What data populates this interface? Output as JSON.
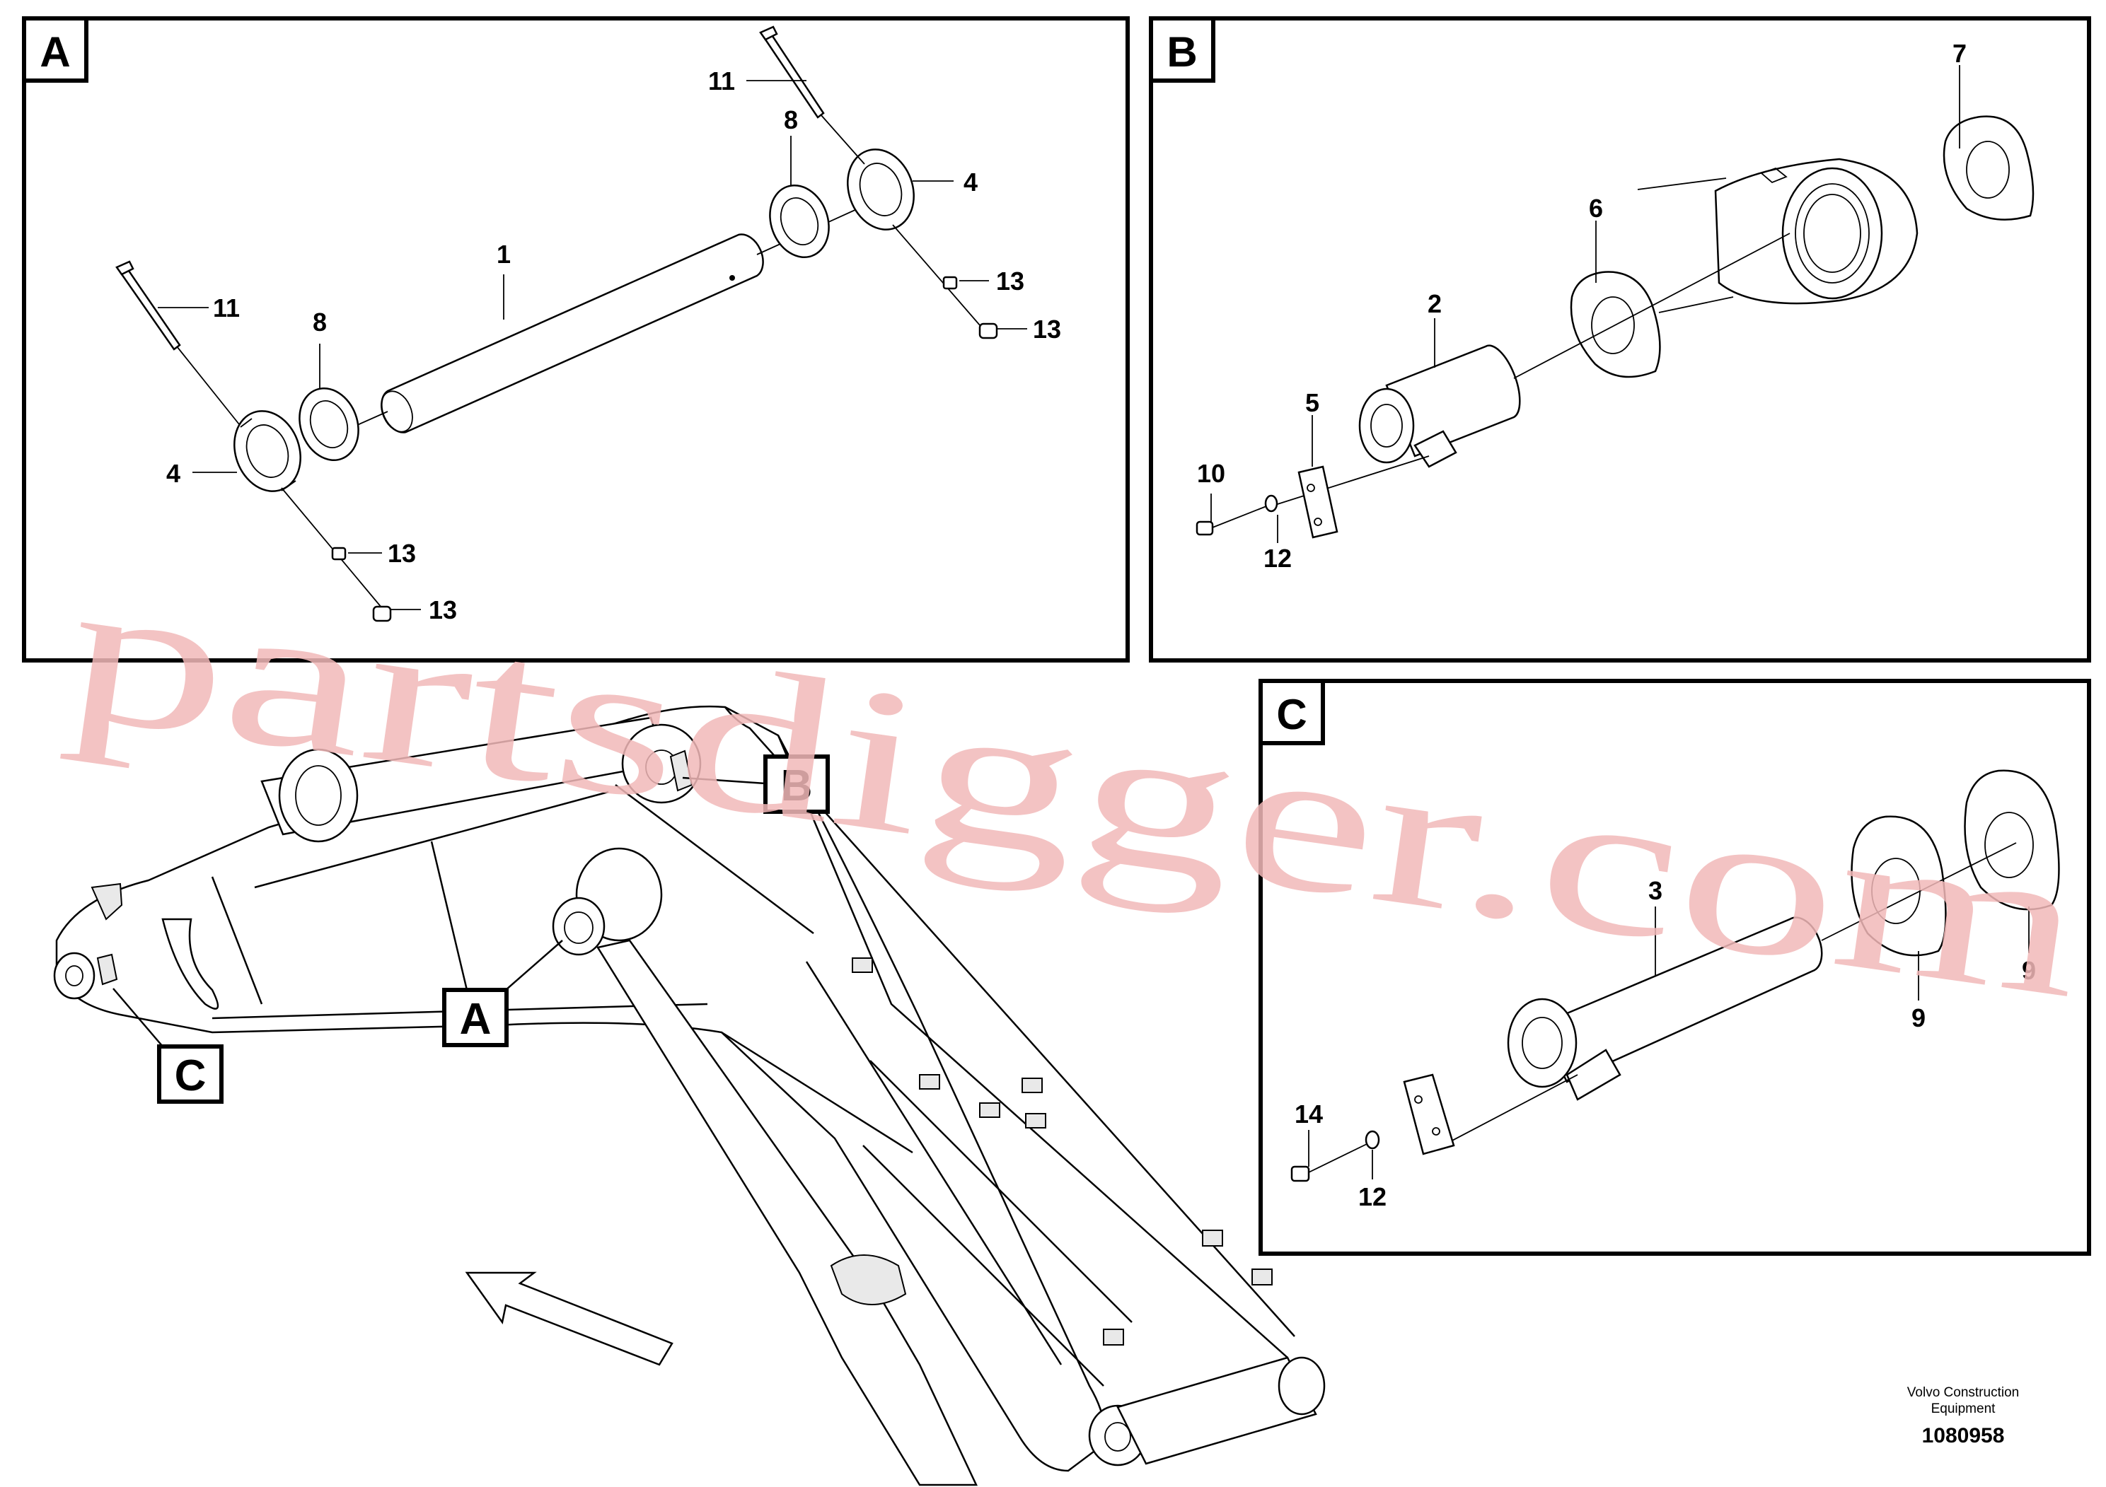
{
  "panels": [
    {
      "letter": "A",
      "callouts": [
        "11",
        "8",
        "4",
        "1",
        "13",
        "13",
        "11",
        "8",
        "4",
        "13",
        "13"
      ]
    },
    {
      "letter": "B",
      "callouts": [
        "7",
        "6",
        "2",
        "5",
        "10",
        "12"
      ]
    },
    {
      "letter": "C",
      "callouts": [
        "3",
        "9",
        "9",
        "14",
        "12"
      ]
    }
  ],
  "overview_marks": [
    "B",
    "A",
    "C"
  ],
  "watermark": "partsdigger.com",
  "credit": {
    "line1": "Volvo Construction",
    "line2": "Equipment",
    "doc_number": "1080958"
  }
}
